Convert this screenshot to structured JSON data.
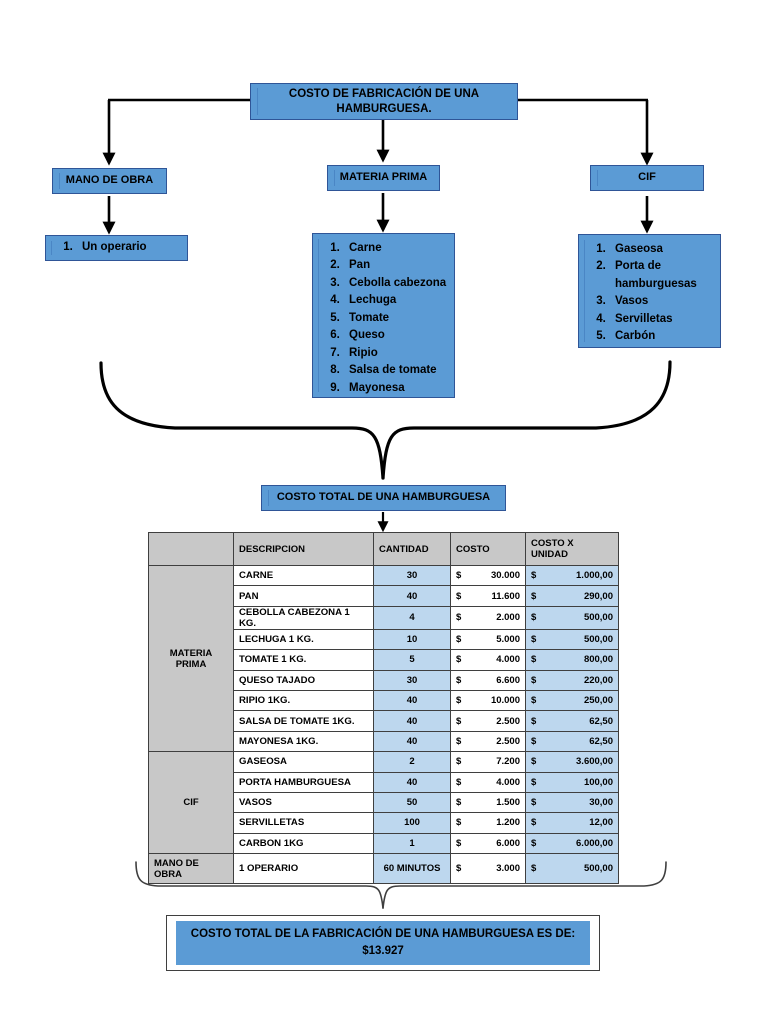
{
  "title_box": {
    "label": "COSTO DE FABRICACIÓN DE UNA HAMBURGUESA."
  },
  "categories": [
    {
      "key": "mano-de-obra",
      "label": "MANO DE OBRA"
    },
    {
      "key": "materia-prima",
      "label": "MATERIA PRIMA"
    },
    {
      "key": "cif",
      "label": "CIF"
    }
  ],
  "lists": {
    "mano_de_obra": [
      "Un operario"
    ],
    "materia_prima": [
      "Carne",
      "Pan",
      "Cebolla cabezona",
      "Lechuga",
      "Tomate",
      "Queso",
      "Ripio",
      "Salsa de tomate",
      "Mayonesa"
    ],
    "cif": [
      "Gaseosa",
      "Porta de hamburguesas",
      "Vasos",
      "Servilletas",
      "Carbón"
    ]
  },
  "total_box": {
    "label": "COSTO TOTAL DE UNA HAMBURGUESA"
  },
  "table": {
    "headers": {
      "corner": "",
      "descripcion": "DESCRIPCION",
      "cantidad": "CANTIDAD",
      "costo": "COSTO",
      "costo_x_unidad": "COSTO X UNIDAD"
    },
    "currency_symbol": "$",
    "groups": [
      {
        "name": "MATERIA PRIMA",
        "rows": [
          {
            "descripcion": "CARNE",
            "cantidad": "30",
            "costo": "30.000",
            "costo_unidad": "1.000,00"
          },
          {
            "descripcion": "PAN",
            "cantidad": "40",
            "costo": "11.600",
            "costo_unidad": "290,00"
          },
          {
            "descripcion": "CEBOLLA CABEZONA 1 KG.",
            "cantidad": "4",
            "costo": "2.000",
            "costo_unidad": "500,00"
          },
          {
            "descripcion": "LECHUGA 1 KG.",
            "cantidad": "10",
            "costo": "5.000",
            "costo_unidad": "500,00"
          },
          {
            "descripcion": "TOMATE 1 KG.",
            "cantidad": "5",
            "costo": "4.000",
            "costo_unidad": "800,00"
          },
          {
            "descripcion": "QUESO TAJADO",
            "cantidad": "30",
            "costo": "6.600",
            "costo_unidad": "220,00"
          },
          {
            "descripcion": "RIPIO 1KG.",
            "cantidad": "40",
            "costo": "10.000",
            "costo_unidad": "250,00"
          },
          {
            "descripcion": "SALSA DE TOMATE 1KG.",
            "cantidad": "40",
            "costo": "2.500",
            "costo_unidad": "62,50"
          },
          {
            "descripcion": "MAYONESA 1KG.",
            "cantidad": "40",
            "costo": "2.500",
            "costo_unidad": "62,50"
          }
        ]
      },
      {
        "name": "CIF",
        "rows": [
          {
            "descripcion": "GASEOSA",
            "cantidad": "2",
            "costo": "7.200",
            "costo_unidad": "3.600,00"
          },
          {
            "descripcion": "PORTA HAMBURGUESA",
            "cantidad": "40",
            "costo": "4.000",
            "costo_unidad": "100,00"
          },
          {
            "descripcion": "VASOS",
            "cantidad": "50",
            "costo": "1.500",
            "costo_unidad": "30,00"
          },
          {
            "descripcion": "SERVILLETAS",
            "cantidad": "100",
            "costo": "1.200",
            "costo_unidad": "12,00"
          },
          {
            "descripcion": "CARBON 1KG",
            "cantidad": "1",
            "costo": "6.000",
            "costo_unidad": "6.000,00"
          }
        ]
      },
      {
        "name": "MANO DE OBRA",
        "align": "left",
        "rows": [
          {
            "descripcion": "1 OPERARIO",
            "cantidad": "60 MINUTOS",
            "costo": "3.000",
            "costo_unidad": "500,00"
          }
        ]
      }
    ]
  },
  "summary": {
    "line1": "COSTO TOTAL DE LA FABRICACIÓN DE UNA HAMBURGUESA ES DE:",
    "line2": "$13.927"
  },
  "colors": {
    "node_fill": "#5B9BD5",
    "node_border": "#2F5597",
    "header_gray": "#C8C8C8",
    "cell_blue": "#BDD7EE",
    "connector": "#000000"
  }
}
